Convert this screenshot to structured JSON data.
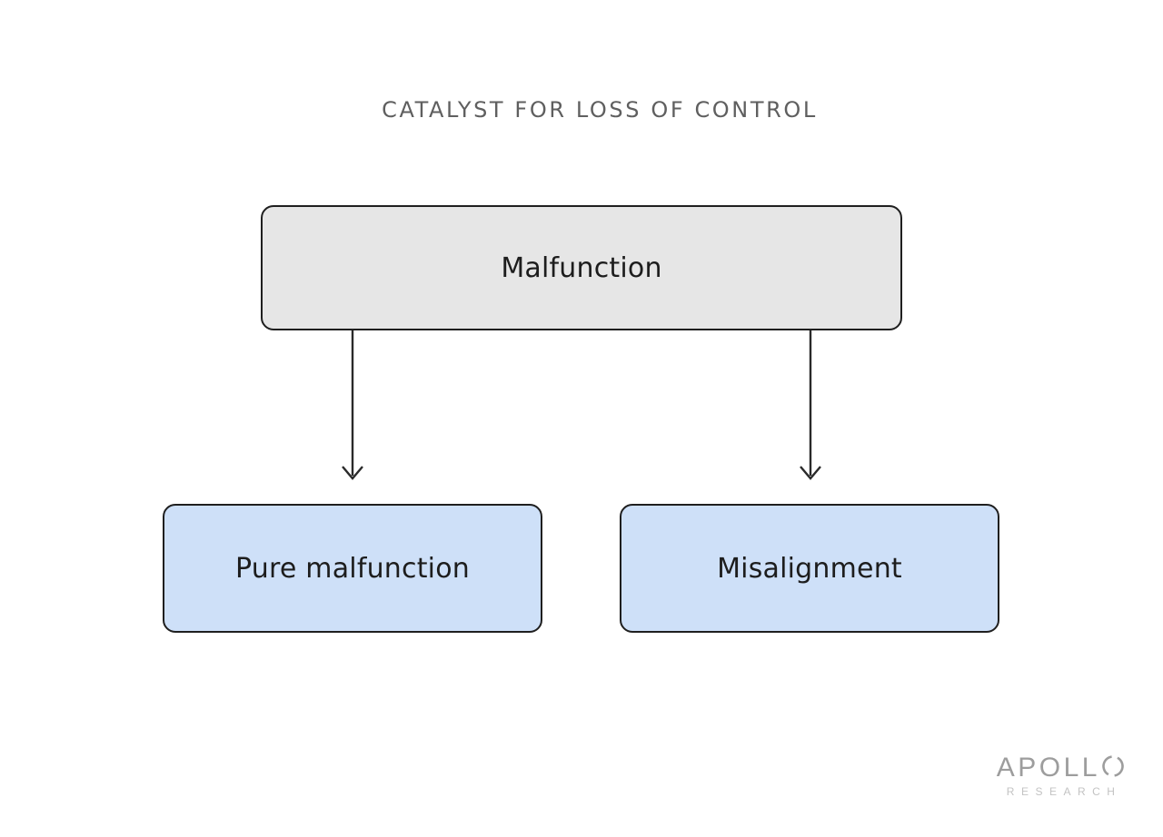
{
  "title": {
    "text": "CATALYST FOR LOSS OF CONTROL",
    "color": "#5f5f5f"
  },
  "diagram": {
    "root": {
      "label": "Malfunction",
      "fill": "#e6e6e6",
      "border_color": "#1f1f1f",
      "text_color": "#1d1d1d"
    },
    "children": [
      {
        "label": "Pure malfunction",
        "fill": "#cee0f8",
        "border_color": "#1f1f1f",
        "text_color": "#1d1d1d"
      },
      {
        "label": "Misalignment",
        "fill": "#cee0f8",
        "border_color": "#1f1f1f",
        "text_color": "#1d1d1d"
      }
    ],
    "arrow_color": "#2a2a2a"
  },
  "logo": {
    "wordmark": "APOLLO",
    "wordmark_display_prefix": "APOLL",
    "subtext": "RESEARCH",
    "wordmark_color": "#9d9d9d",
    "subtext_color": "#c3c3c3"
  }
}
